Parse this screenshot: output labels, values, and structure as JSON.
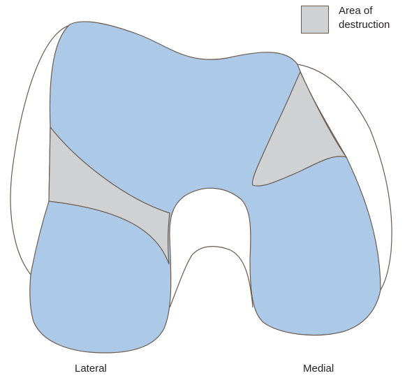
{
  "legend": {
    "label": "Area of\ndestruction",
    "swatch_color": "#d0d1d3"
  },
  "labels": {
    "lateral": "Lateral",
    "medial": "Medial"
  },
  "colors": {
    "bone_fill": "#adc9e8",
    "destruction_fill": "#d0d1d3",
    "outline": "#6b5a4e",
    "background": "#ffffff"
  }
}
